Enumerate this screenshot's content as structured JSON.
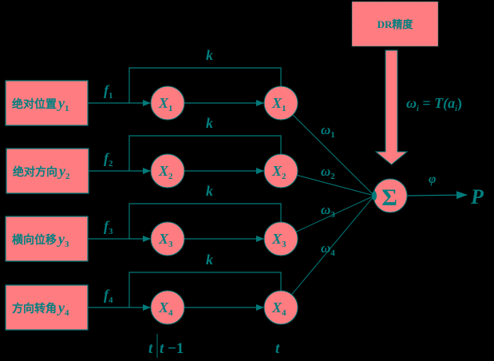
{
  "colors": {
    "background": "#000000",
    "node_fill": "#ff7c80",
    "stroke": "#007a7a",
    "text": "#008080"
  },
  "inputs": [
    {
      "label": "绝对位置",
      "var": "y",
      "sub": "1",
      "filter": "f",
      "filter_sub": "1"
    },
    {
      "label": "绝对方向",
      "var": "y",
      "sub": "2",
      "filter": "f",
      "filter_sub": "2"
    },
    {
      "label": "横向位移",
      "var": "y",
      "sub": "3",
      "filter": "f",
      "filter_sub": "3"
    },
    {
      "label": "方向转角",
      "var": "y",
      "sub": "4",
      "filter": "f",
      "filter_sub": "4"
    }
  ],
  "states": [
    {
      "prev": "X",
      "prev_sub": "1",
      "curr": "X",
      "curr_sub": "1",
      "feedback": "k",
      "weight": "ω",
      "weight_sub": "1"
    },
    {
      "prev": "X",
      "prev_sub": "2",
      "curr": "X",
      "curr_sub": "2",
      "feedback": "k",
      "weight": "ω",
      "weight_sub": "2"
    },
    {
      "prev": "X",
      "prev_sub": "3",
      "curr": "X",
      "curr_sub": "3",
      "feedback": "k",
      "weight": "ω",
      "weight_sub": "3"
    },
    {
      "prev": "X",
      "prev_sub": "4",
      "curr": "X",
      "curr_sub": "4",
      "feedback": "k",
      "weight": "ω",
      "weight_sub": "4"
    }
  ],
  "dr_box": {
    "label_latin": "DR",
    "label_cjk": "精度"
  },
  "weight_formula": {
    "lhs": "ω",
    "lhs_sub": "i",
    "eq": " = ",
    "func": "T(",
    "arg": "a",
    "arg_sub": "i",
    "close": ")"
  },
  "sum": {
    "symbol": "Σ",
    "phi": "φ",
    "output": "P"
  },
  "time_labels": {
    "left_a": "t",
    "left_b": "t",
    "left_c": "−1",
    "right": "t"
  }
}
